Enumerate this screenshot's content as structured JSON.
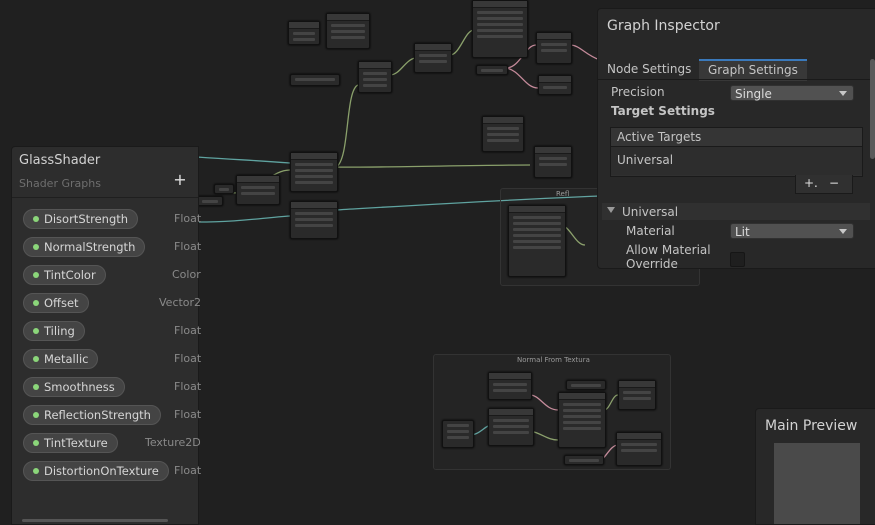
{
  "blackboard": {
    "title": "GlassShader",
    "subtitle": "Shader Graphs",
    "add_icon": "plus-icon",
    "properties": [
      {
        "name": "DisortStrength",
        "type": "Float"
      },
      {
        "name": "NormalStrength",
        "type": "Float"
      },
      {
        "name": "TintColor",
        "type": "Color"
      },
      {
        "name": "Offset",
        "type": "Vector2"
      },
      {
        "name": "Tiling",
        "type": "Float"
      },
      {
        "name": "Metallic",
        "type": "Float"
      },
      {
        "name": "Smoothness",
        "type": "Float"
      },
      {
        "name": "ReflectionStrength",
        "type": "Float"
      },
      {
        "name": "TintTexture",
        "type": "Texture2D"
      },
      {
        "name": "DistortionOnTexture",
        "type": "Float"
      }
    ]
  },
  "inspector": {
    "title": "Graph Inspector",
    "tabs": [
      "Node Settings",
      "Graph Settings"
    ],
    "active_tab": "Graph Settings",
    "precision_label": "Precision",
    "precision_value": "Single",
    "target_settings_label": "Target Settings",
    "active_targets_label": "Active Targets",
    "target_item": "Universal",
    "add_target": "+.",
    "remove_target": "−",
    "section_label": "Universal",
    "material_label": "Material",
    "material_value": "Lit",
    "allow_override_label_1": "Allow Material",
    "allow_override_label_2": "Override",
    "allow_override_checked": false
  },
  "graph": {
    "group_title_1": "Normal From Textura",
    "group_title_2": "Refl"
  },
  "preview": {
    "title": "Main Preview"
  },
  "colors": {
    "background": "#202020",
    "property_dot": "#8bd67a",
    "edge_green": "#8aa06b",
    "edge_teal": "#5fa3a0",
    "edge_pink": "#c48a9a",
    "tab_accent": "#3a79bb"
  }
}
